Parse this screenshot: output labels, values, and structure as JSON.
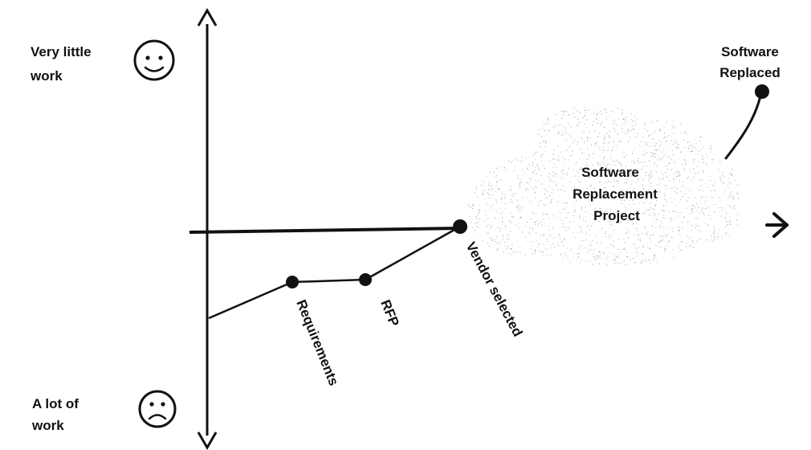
{
  "axis_labels": {
    "top_line1": "Very little",
    "top_line2": "work",
    "bottom_line1": "A lot of",
    "bottom_line2": "work"
  },
  "icons": {
    "top": "smiley-face-icon",
    "bottom": "sad-face-icon",
    "arrow": "arrow-right-icon"
  },
  "milestones": {
    "requirements": "Requirements",
    "rfp": "RFP",
    "vendor_selected": "Vendor selected"
  },
  "cloud": {
    "line1": "Software",
    "line2": "Replacement",
    "line3": "Project"
  },
  "outcome": {
    "line1": "Software",
    "line2": "Replaced"
  },
  "colors": {
    "ink": "#111111",
    "cloud_speckle": "#9a9a9a"
  }
}
